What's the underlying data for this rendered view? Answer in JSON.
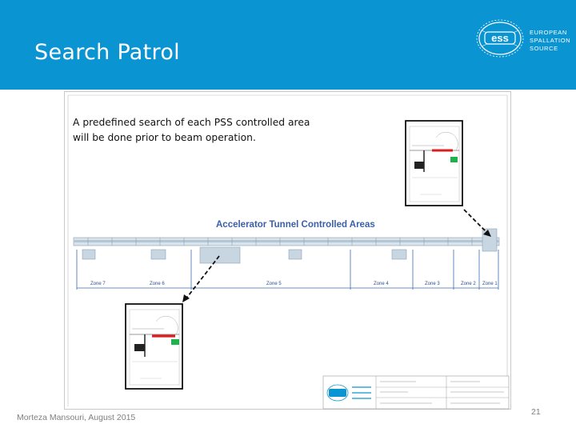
{
  "slide": {
    "title": "Search Patrol",
    "description_lines": [
      "A predefined search of each PSS controlled area",
      "will be done prior to beam operation."
    ],
    "footer": "Morteza Mansouri, August 2015",
    "page_number": "21"
  },
  "logo": {
    "mark": "ess",
    "lines": [
      "EUROPEAN",
      "SPALLATION",
      "SOURCE"
    ]
  },
  "drawing": {
    "title": "Accelerator Tunnel Controlled Areas",
    "zones": [
      "Zone 7",
      "Zone 6",
      "Zone 5",
      "Zone 4",
      "Zone 3",
      "Zone 2",
      "Zone 1"
    ]
  },
  "colors": {
    "header_blue": "#0a94d2",
    "drawing_title": "#3a5fa8",
    "zone_label": "#2f4f8f",
    "callout_border": "#111111",
    "marker_red": "#d81e1e",
    "marker_green": "#1fb24a"
  }
}
